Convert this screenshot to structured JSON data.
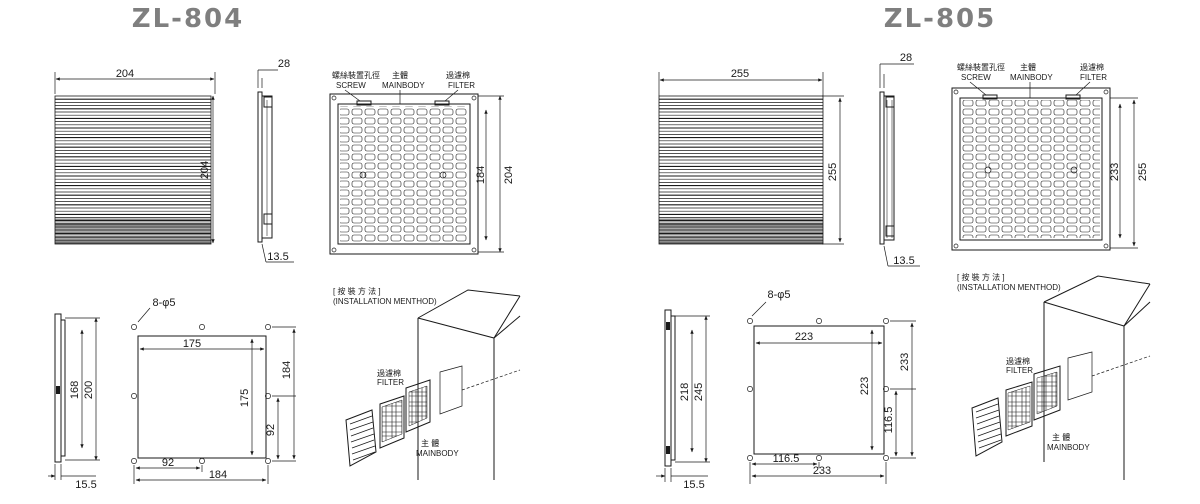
{
  "models": [
    {
      "title": "ZL-804",
      "front": {
        "width": "204",
        "height": "204"
      },
      "side": {
        "depth": "28",
        "thickness": "13.5"
      },
      "back": {
        "screw_cn": "螺絲裝置孔徑",
        "screw_en": "SCREW",
        "mainbody_cn": "主體",
        "mainbody_en": "MAINBODY",
        "filter_cn": "過濾棉",
        "filter_en": "FILTER",
        "inner": "184",
        "outer": "204"
      },
      "cutout": {
        "side_inner": "168",
        "side_outer": "200",
        "side_thick": "15.5",
        "holes": "8-φ5",
        "width": "175",
        "height": "175",
        "right_top": "184",
        "right_mid": "92",
        "bottom_half": "92",
        "bottom_full": "184"
      },
      "install": {
        "title": "[ 按  裝  方  法 ]",
        "title_en": "(INSTALLATION MENTHOD)",
        "filter_cn": "過濾棉",
        "filter_en": "FILTER",
        "mainbody_cn": "主 體",
        "mainbody_en": "MAINBODY"
      }
    },
    {
      "title": "ZL-805",
      "front": {
        "width": "255",
        "height": "255"
      },
      "side": {
        "depth": "28",
        "thickness": "13.5"
      },
      "back": {
        "screw_cn": "螺絲裝置孔徑",
        "screw_en": "SCREW",
        "mainbody_cn": "主體",
        "mainbody_en": "MAINBODY",
        "filter_cn": "過濾棉",
        "filter_en": "FILTER",
        "inner": "233",
        "outer": "255"
      },
      "cutout": {
        "side_inner": "218",
        "side_outer": "245",
        "side_thick": "15.5",
        "holes": "8-φ5",
        "width": "223",
        "height": "223",
        "right_top": "233",
        "right_mid": "116.5",
        "bottom_half": "116.5",
        "bottom_full": "233"
      },
      "install": {
        "title": "[ 按  裝  方  法 ]",
        "title_en": "(INSTALLATION MENTHOD)",
        "filter_cn": "過濾棉",
        "filter_en": "FILTER",
        "mainbody_cn": "主 體",
        "mainbody_en": "MAINBODY"
      }
    }
  ]
}
